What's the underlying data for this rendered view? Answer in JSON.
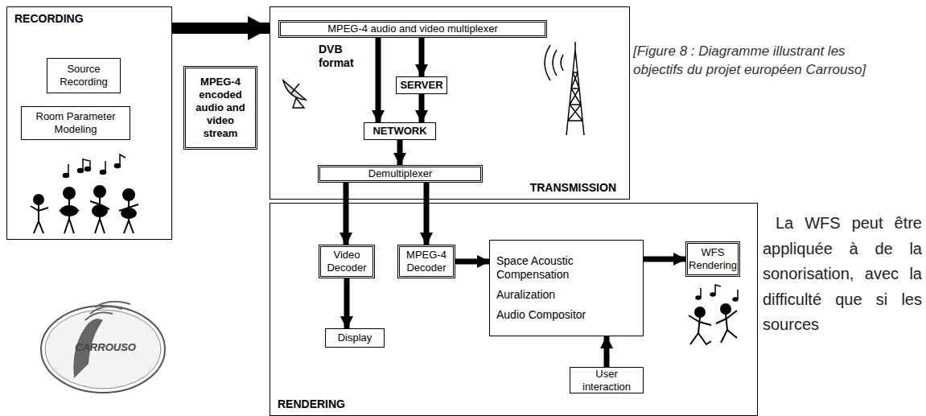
{
  "diagram": {
    "caption": "[Figure 8 : Diagramme illustrant les objectifs du projet européen Carrouso]",
    "nodes": [
      {
        "text": [
          "RECORDING"
        ]
      },
      {
        "text": [
          "Source Recording"
        ],
        "in": 0
      },
      {
        "text": [
          "Room Parameter Modeling"
        ],
        "in": 0
      },
      {
        "text": [
          "MPEG-4 encoded audio and video stream"
        ]
      },
      {
        "text": [
          "TRANSMISSION"
        ]
      },
      {
        "text": [
          "MPEG-4 audio and video multiplexer"
        ],
        "in": 4
      },
      {
        "text": [
          "SERVER"
        ],
        "in": 4
      },
      {
        "text": [
          "NETWORK"
        ],
        "in": 4
      },
      {
        "text": [
          "Demultiplexer"
        ],
        "in": 4
      },
      {
        "text": [
          "RENDERING"
        ]
      },
      {
        "text": [
          "Video Decoder"
        ],
        "in": 9
      },
      {
        "text": [
          "MPEG-4 Decoder"
        ],
        "in": 9
      },
      {
        "text": [
          "Space Acoustic Compensation",
          "Auralization",
          "Audio Compositor"
        ],
        "in": 9
      },
      {
        "text": [
          "WFS Rendering"
        ],
        "in": 9
      },
      {
        "text": [
          "Display"
        ],
        "in": 9
      },
      {
        "text": [
          "User interaction"
        ],
        "in": 9
      }
    ],
    "edges": [
      {
        "from": 0,
        "to": 4,
        "arrow": "to"
      },
      {
        "from": 5,
        "to": 7,
        "label": "DVB format",
        "arrow": "to"
      },
      {
        "from": 5,
        "to": 6,
        "arrow": "to"
      },
      {
        "from": 6,
        "to": 7,
        "arrow": "to"
      },
      {
        "from": 7,
        "to": 8,
        "arrow": "to"
      },
      {
        "from": 8,
        "to": 10,
        "arrow": "to"
      },
      {
        "from": 8,
        "to": 11,
        "arrow": "to"
      },
      {
        "from": 10,
        "to": 14,
        "arrow": "to"
      },
      {
        "from": 11,
        "to": 12,
        "arrow": "to"
      },
      {
        "from": 12,
        "to": 13,
        "arrow": "to"
      },
      {
        "from": 15,
        "to": 12,
        "arrow": "to"
      }
    ],
    "labels": [
      "CARROUSO",
      "La WFS peut être appliquée à de la sonorisation, avec la difficulté que si les sources"
    ]
  }
}
